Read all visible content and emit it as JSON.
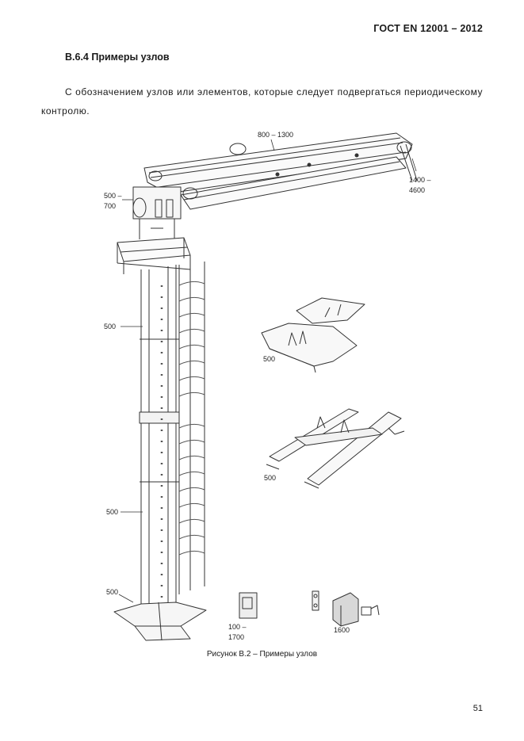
{
  "header": {
    "standard": "ГОСТ EN 12001 – 2012"
  },
  "section": {
    "title": "В.6.4 Примеры узлов"
  },
  "body": {
    "paragraph": "С обозначением узлов или элементов, которые следует подвергаться периодическому контролю."
  },
  "figure": {
    "labels": {
      "boom_top": "800 – 1300",
      "boom_tip_line1": "1400 –",
      "boom_tip_line2": "4600",
      "turret_line1": "500 –",
      "turret_line2": "700",
      "mast_upper": "500",
      "mast_lower": "500",
      "base": "500",
      "frame_upper": "500",
      "frame_lower": "500",
      "small_part_line1": "100 –",
      "small_part_line2": "1700",
      "components": "1600"
    },
    "caption": "Рисунок В.2 – Примеры узлов"
  },
  "footer": {
    "page_number": "51"
  }
}
